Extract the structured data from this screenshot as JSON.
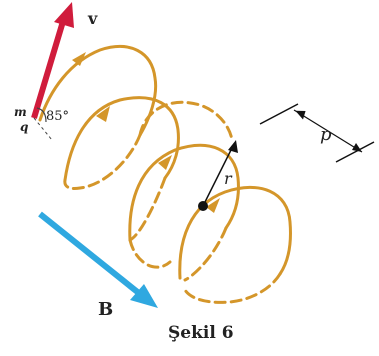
{
  "labels": {
    "velocity": "v",
    "mass": "m",
    "charge": "q",
    "angle": "85°",
    "radius": "r",
    "pitch": "p",
    "field": "B",
    "caption": "Şekil 6"
  },
  "colors": {
    "helix": "#d4962a",
    "velocity": "#d01c3c",
    "field": "#2fa8e0",
    "ink": "#222222",
    "background": "#ffffff"
  }
}
